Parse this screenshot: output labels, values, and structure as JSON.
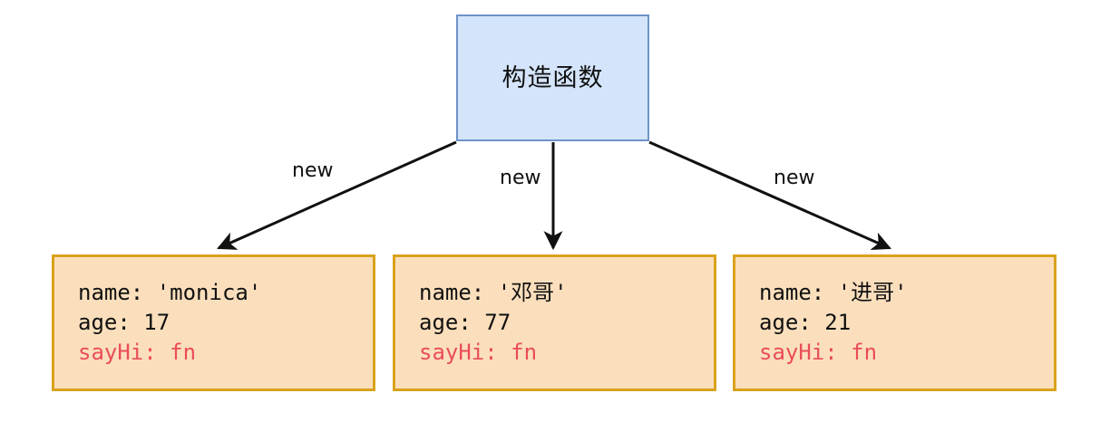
{
  "diagram": {
    "type": "node-edge-diagram",
    "background_color": "#ffffff",
    "constructor_node": {
      "label": "构造函数",
      "fill_color": "#d4e4fa",
      "border_color": "#6d93c8"
    },
    "edges": [
      {
        "label": "new",
        "from": "constructor",
        "to": "instance-1",
        "direction": "down-left"
      },
      {
        "label": "new",
        "from": "constructor",
        "to": "instance-2",
        "direction": "down"
      },
      {
        "label": "new",
        "from": "constructor",
        "to": "instance-3",
        "direction": "down-right"
      }
    ],
    "instances": [
      {
        "fill_color": "#fbdfbd",
        "border_color": "#d9a21b",
        "properties": [
          {
            "text": "name: 'monica'",
            "color": "#111111"
          },
          {
            "text": "age: 17",
            "color": "#111111"
          },
          {
            "text": "sayHi: fn",
            "color": "#ea4c5a"
          }
        ]
      },
      {
        "fill_color": "#fbdfbd",
        "border_color": "#d9a21b",
        "properties": [
          {
            "text": "name: '邓哥'",
            "color": "#111111"
          },
          {
            "text": "age: 77",
            "color": "#111111"
          },
          {
            "text": "sayHi: fn",
            "color": "#ea4c5a"
          }
        ]
      },
      {
        "fill_color": "#fbdfbd",
        "border_color": "#d9a21b",
        "properties": [
          {
            "text": "name: '进哥'",
            "color": "#111111"
          },
          {
            "text": "age: 21",
            "color": "#111111"
          },
          {
            "text": "sayHi: fn",
            "color": "#ea4c5a"
          }
        ]
      }
    ]
  }
}
